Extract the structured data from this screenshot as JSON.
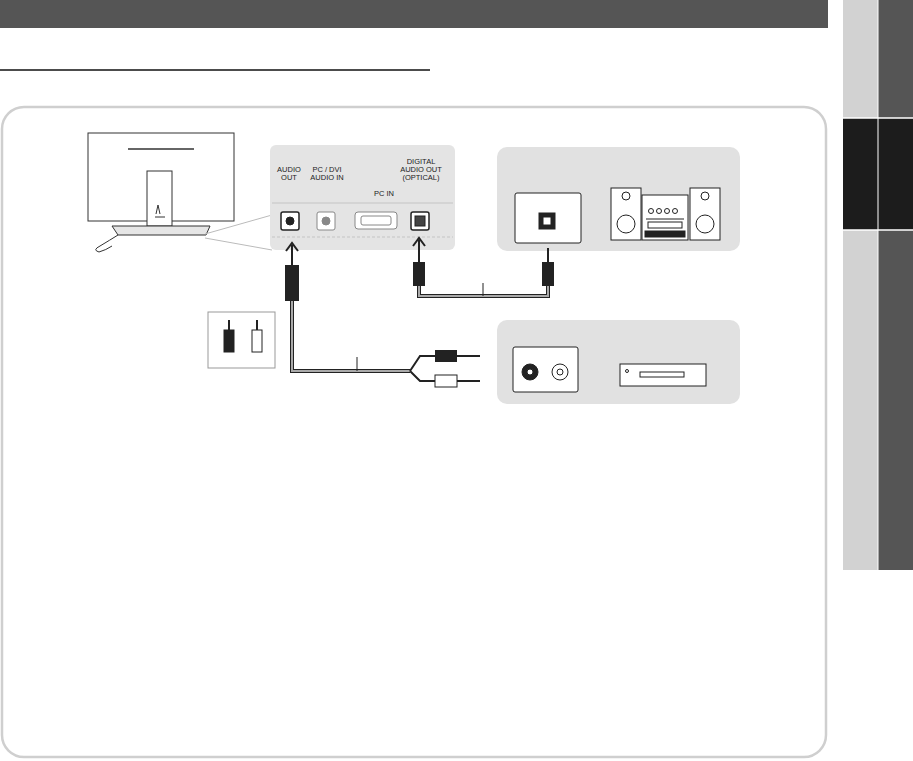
{
  "diagram": {
    "nodes": [
      {
        "text": [
          "AUDIO OUT",
          "PC / DVI AUDIO IN",
          "PC IN",
          "DIGITAL AUDIO OUT (OPTICAL)"
        ]
      }
    ]
  }
}
